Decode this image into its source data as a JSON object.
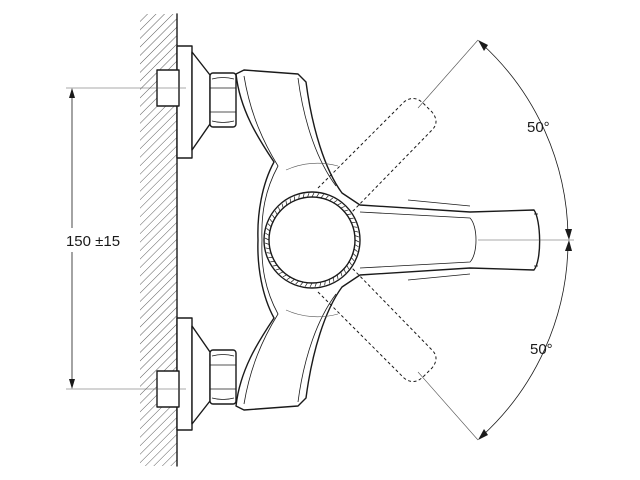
{
  "dimensions": {
    "spacing": "150 ±15",
    "angle_upper": "50°",
    "angle_lower": "50°"
  },
  "colors": {
    "line": "#1a1a1a",
    "background": "#ffffff"
  }
}
